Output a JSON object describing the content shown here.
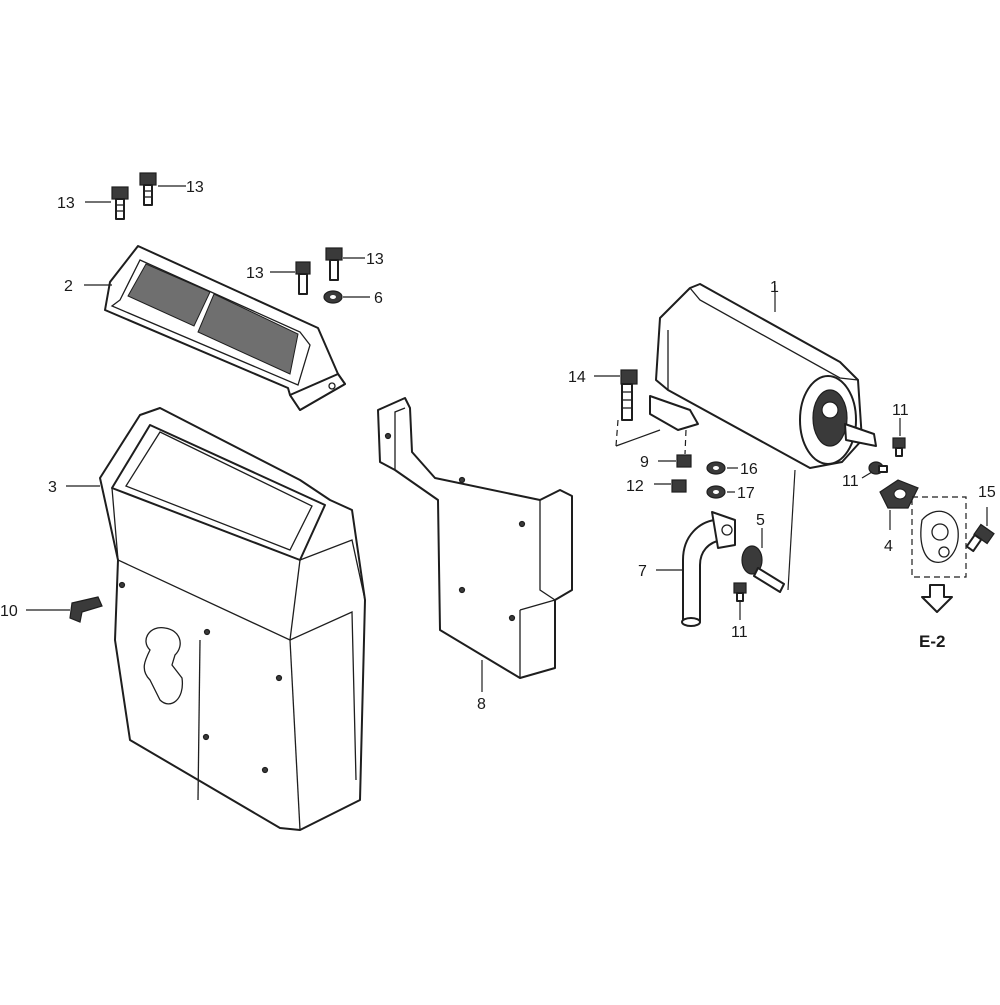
{
  "labels": {
    "p1": "1",
    "p2": "2",
    "p3": "3",
    "p4": "4",
    "p5": "5",
    "p6": "6",
    "p7": "7",
    "p8": "8",
    "p9": "9",
    "p10": "10",
    "p11": "11",
    "p12": "12",
    "p13": "13",
    "p14": "14",
    "p15": "15",
    "p16": "16",
    "p17": "17",
    "ref": "E-2"
  }
}
